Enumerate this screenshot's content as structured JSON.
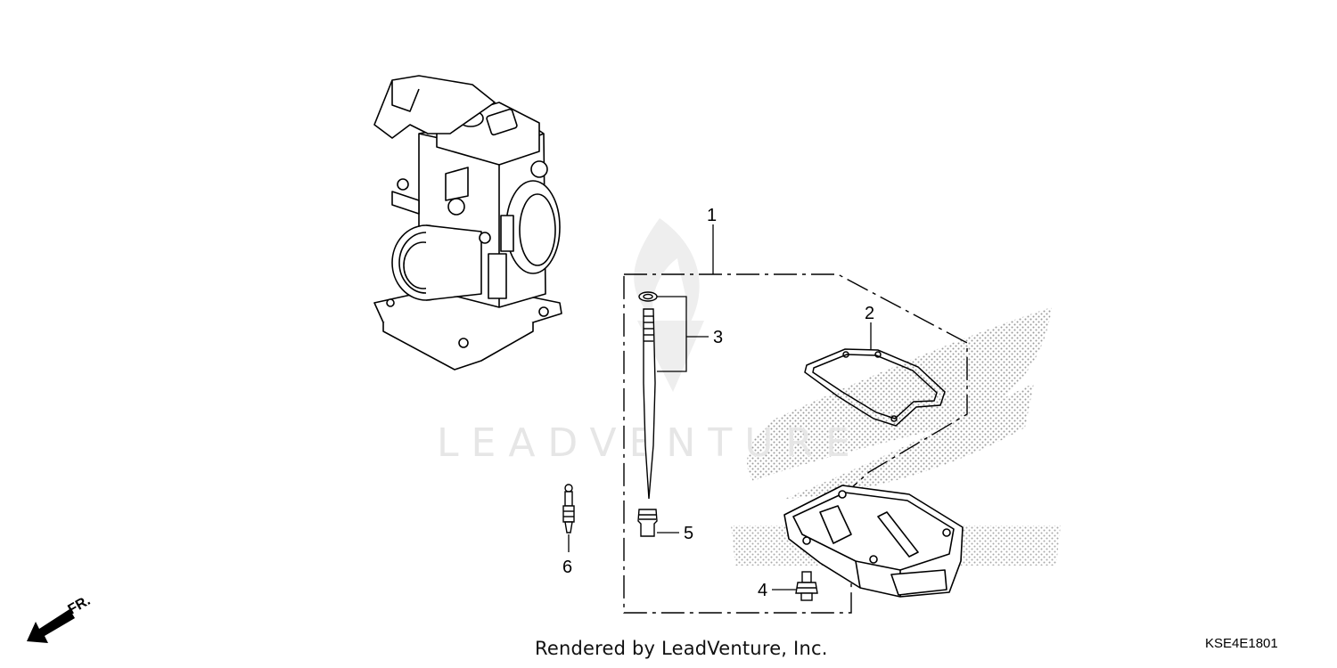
{
  "watermark_text": "LEADVENTURE",
  "direction_label": "FR.",
  "callouts": [
    "1",
    "2",
    "3",
    "4",
    "5",
    "6"
  ],
  "footer": {
    "credit": "Rendered by LeadVenture, Inc.",
    "diagram_code": "KSE4E1801"
  }
}
